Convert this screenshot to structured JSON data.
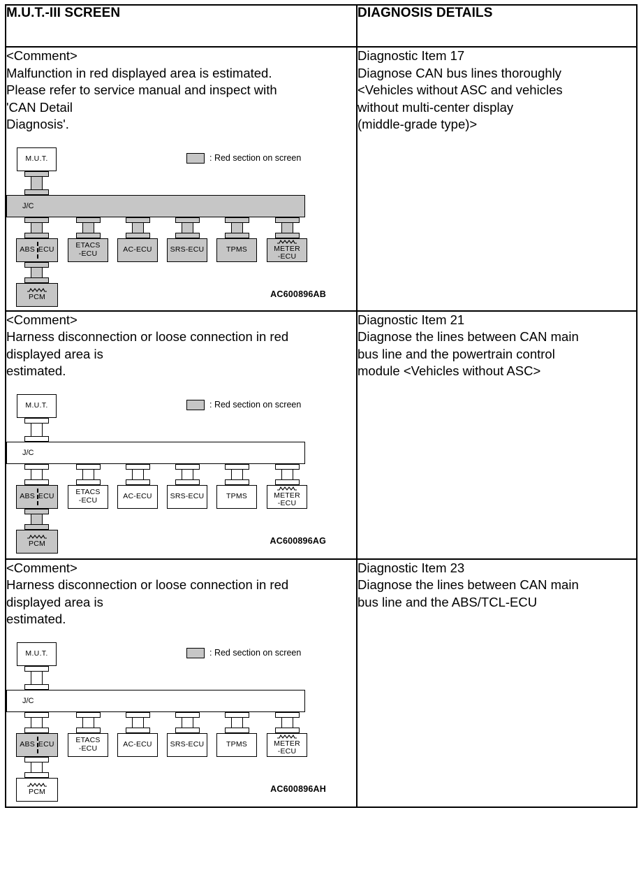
{
  "table": {
    "headers": {
      "left": "M.U.T.-III SCREEN",
      "right": "DIAGNOSIS DETAILS"
    },
    "rows": [
      {
        "comment": "<Comment>\nMalfunction in red displayed area is estimated.\nPlease refer to service manual and inspect with\n'CAN Detail\nDiagnosis'.",
        "details": "Diagnostic Item 17\nDiagnose CAN bus lines thoroughly\n<Vehicles without ASC and vehicles\nwithout multi-center display\n(middle-grade type)>",
        "figure": {
          "code": "AC600896AB",
          "legend_label": ": Red section on screen",
          "highlight": "all-except-mut"
        }
      },
      {
        "comment": "<Comment>\nHarness disconnection or loose connection in red\ndisplayed area is\nestimated.",
        "details": "Diagnostic Item 21\nDiagnose the lines between CAN main\nbus line and the powertrain control\nmodule <Vehicles without ASC>",
        "figure": {
          "code": "AC600896AG",
          "legend_label": ": Red section on screen",
          "highlight": "abs-pcm-link"
        }
      },
      {
        "comment": "<Comment>\nHarness disconnection or loose connection in red\ndisplayed area is\nestimated.",
        "details": "Diagnostic Item 23\nDiagnose the lines between CAN main\nbus line and the ABS/TCL-ECU",
        "figure": {
          "code": "AC600896AH",
          "legend_label": ": Red section on screen",
          "highlight": "abs-only"
        }
      }
    ]
  },
  "diagram": {
    "nodes": {
      "mut": "M.U.T.",
      "jc": "J/C",
      "abs_left": "ABS",
      "abs_right": "ECU",
      "etacs_l1": "ETACS",
      "etacs_l2": "-ECU",
      "ac": "AC-ECU",
      "srs": "SRS-ECU",
      "tpms": "TPMS",
      "meter_l1": "METER",
      "meter_l2": "-ECU",
      "pcm": "PCM"
    }
  },
  "colors": {
    "red_section": "#c6c6c6",
    "line": "#000000",
    "page_background": "#ffffff"
  }
}
